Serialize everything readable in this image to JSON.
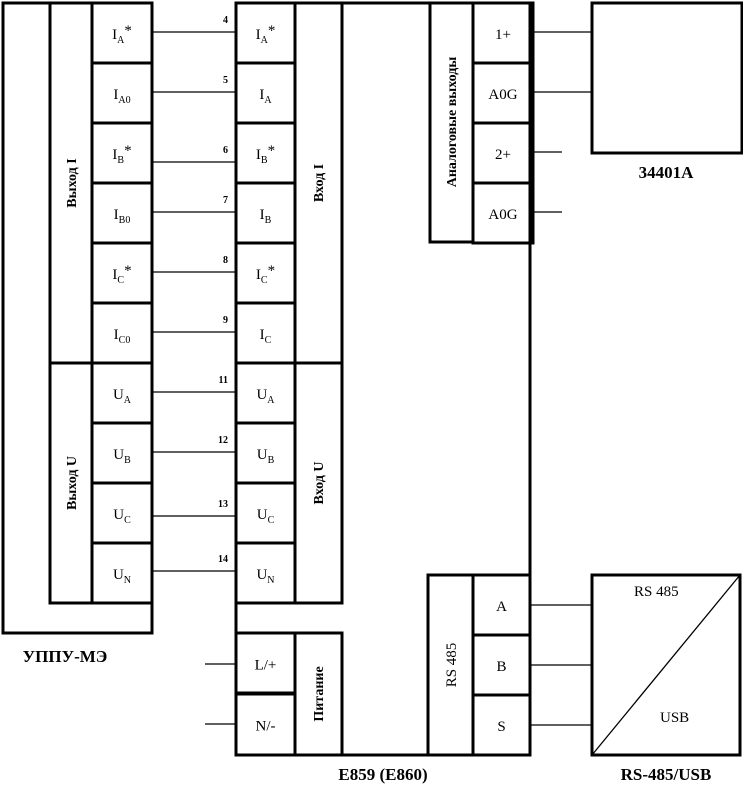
{
  "devices": {
    "uppu": {
      "name": "УППУ-МЭ",
      "group_i": "Выход I",
      "group_u": "Выход U",
      "terminals_i": [
        {
          "base": "I",
          "sub": "A",
          "sup": "*"
        },
        {
          "base": "I",
          "sub": "A0",
          "sup": ""
        },
        {
          "base": "I",
          "sub": "B",
          "sup": "*"
        },
        {
          "base": "I",
          "sub": "B0",
          "sup": ""
        },
        {
          "base": "I",
          "sub": "C",
          "sup": "*"
        },
        {
          "base": "I",
          "sub": "C0",
          "sup": ""
        }
      ],
      "terminals_u": [
        {
          "base": "U",
          "sub": "A",
          "sup": ""
        },
        {
          "base": "U",
          "sub": "B",
          "sup": ""
        },
        {
          "base": "U",
          "sub": "C",
          "sup": ""
        },
        {
          "base": "U",
          "sub": "N",
          "sup": ""
        }
      ]
    },
    "e859": {
      "name": "E859 (E860)",
      "group_i": "Вход I",
      "group_u": "Вход U",
      "group_power": "Питание",
      "group_analog": "Аналоговые выходы",
      "group_rs": "RS 485",
      "terminals_i": [
        {
          "base": "I",
          "sub": "A",
          "sup": "*"
        },
        {
          "base": "I",
          "sub": "A",
          "sup": ""
        },
        {
          "base": "I",
          "sub": "B",
          "sup": "*"
        },
        {
          "base": "I",
          "sub": "B",
          "sup": ""
        },
        {
          "base": "I",
          "sub": "C",
          "sup": "*"
        },
        {
          "base": "I",
          "sub": "C",
          "sup": ""
        }
      ],
      "terminals_u": [
        {
          "base": "U",
          "sub": "A",
          "sup": ""
        },
        {
          "base": "U",
          "sub": "B",
          "sup": ""
        },
        {
          "base": "U",
          "sub": "C",
          "sup": ""
        },
        {
          "base": "U",
          "sub": "N",
          "sup": ""
        }
      ],
      "terminals_power": [
        "L/+",
        "N/-"
      ],
      "terminals_analog": [
        "1+",
        "A0G",
        "2+",
        "A0G"
      ],
      "terminals_rs": [
        "A",
        "B",
        "S"
      ]
    },
    "meter": {
      "name": "34401A"
    },
    "converter": {
      "name": "RS-485/USB",
      "top_label": "RS 485",
      "bottom_label": "USB"
    }
  },
  "wire_numbers": [
    "4",
    "5",
    "6",
    "7",
    "8",
    "9",
    "11",
    "12",
    "13",
    "14"
  ]
}
